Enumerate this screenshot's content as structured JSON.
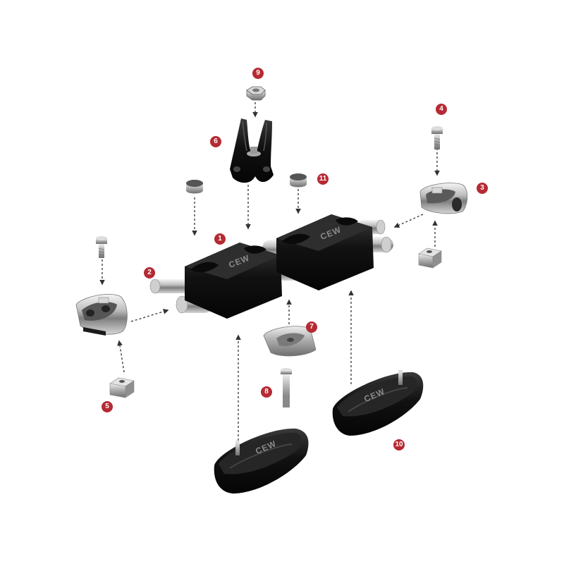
{
  "brand_mark": "CEW",
  "colors": {
    "callout": "#b52a33",
    "part_black": "#151515",
    "part_metal": "#b8b8b8"
  },
  "callouts": [
    {
      "label": "1"
    },
    {
      "label": "2"
    },
    {
      "label": "3"
    },
    {
      "label": "4"
    },
    {
      "label": "5"
    },
    {
      "label": "6"
    },
    {
      "label": "7"
    },
    {
      "label": "8"
    },
    {
      "label": "9"
    },
    {
      "label": "10"
    },
    {
      "label": "11"
    }
  ]
}
